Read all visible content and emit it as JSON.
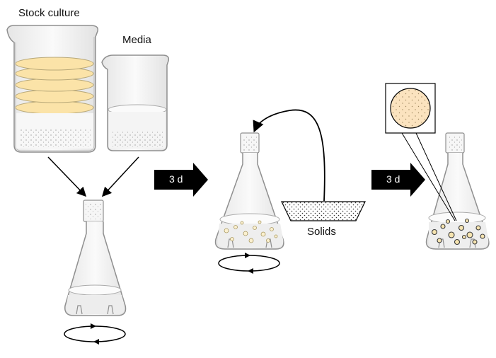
{
  "labels": {
    "stock_culture": "Stock culture",
    "media": "Media",
    "solids": "Solids"
  },
  "steps": [
    {
      "label": "3 d"
    },
    {
      "label": "3 d"
    }
  ],
  "colors": {
    "culture_layer": "#fbe3a8",
    "glass_outline": "#8f8f8f",
    "glass_fill": "#f2f2f2",
    "arrow_fill": "#000000",
    "inset_fill": "#fbe3bf"
  },
  "icons": [
    "beaker-icon",
    "erlenmeyer-flask-icon",
    "rotation-icon",
    "solids-tray-icon",
    "magnifier-inset-icon"
  ]
}
